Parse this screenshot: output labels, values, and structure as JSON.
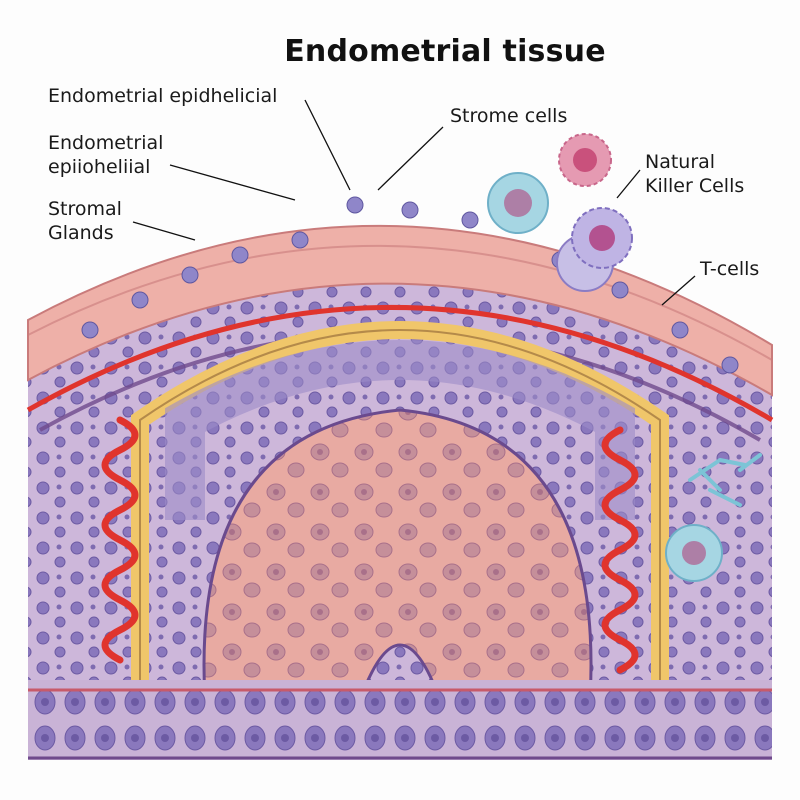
{
  "title": "Endometrial tissue",
  "labels": {
    "epithelial_1": "Endometrial epidhelicial",
    "epithelial_2_line1": "Endometrial",
    "epithelial_2_line2": "epiioheliial",
    "stromal_glands_line1": "Stromal",
    "stromal_glands_line2": "Glands",
    "strome_cells": "Strome cells",
    "nk_line1": "Natural",
    "nk_line2": "Killer Cells",
    "t_cells": "T-cells"
  },
  "colors": {
    "tissue_pink": "#e9a6a0",
    "stroma_lavender": "#c9b3d6",
    "nucleus_purple": "#7e6bb0",
    "vessel_red": "#e0342d",
    "yellow_band": "#f0c66a",
    "t_cell_blue": "#9fd3e0",
    "nk_pink": "#d86a8e"
  }
}
